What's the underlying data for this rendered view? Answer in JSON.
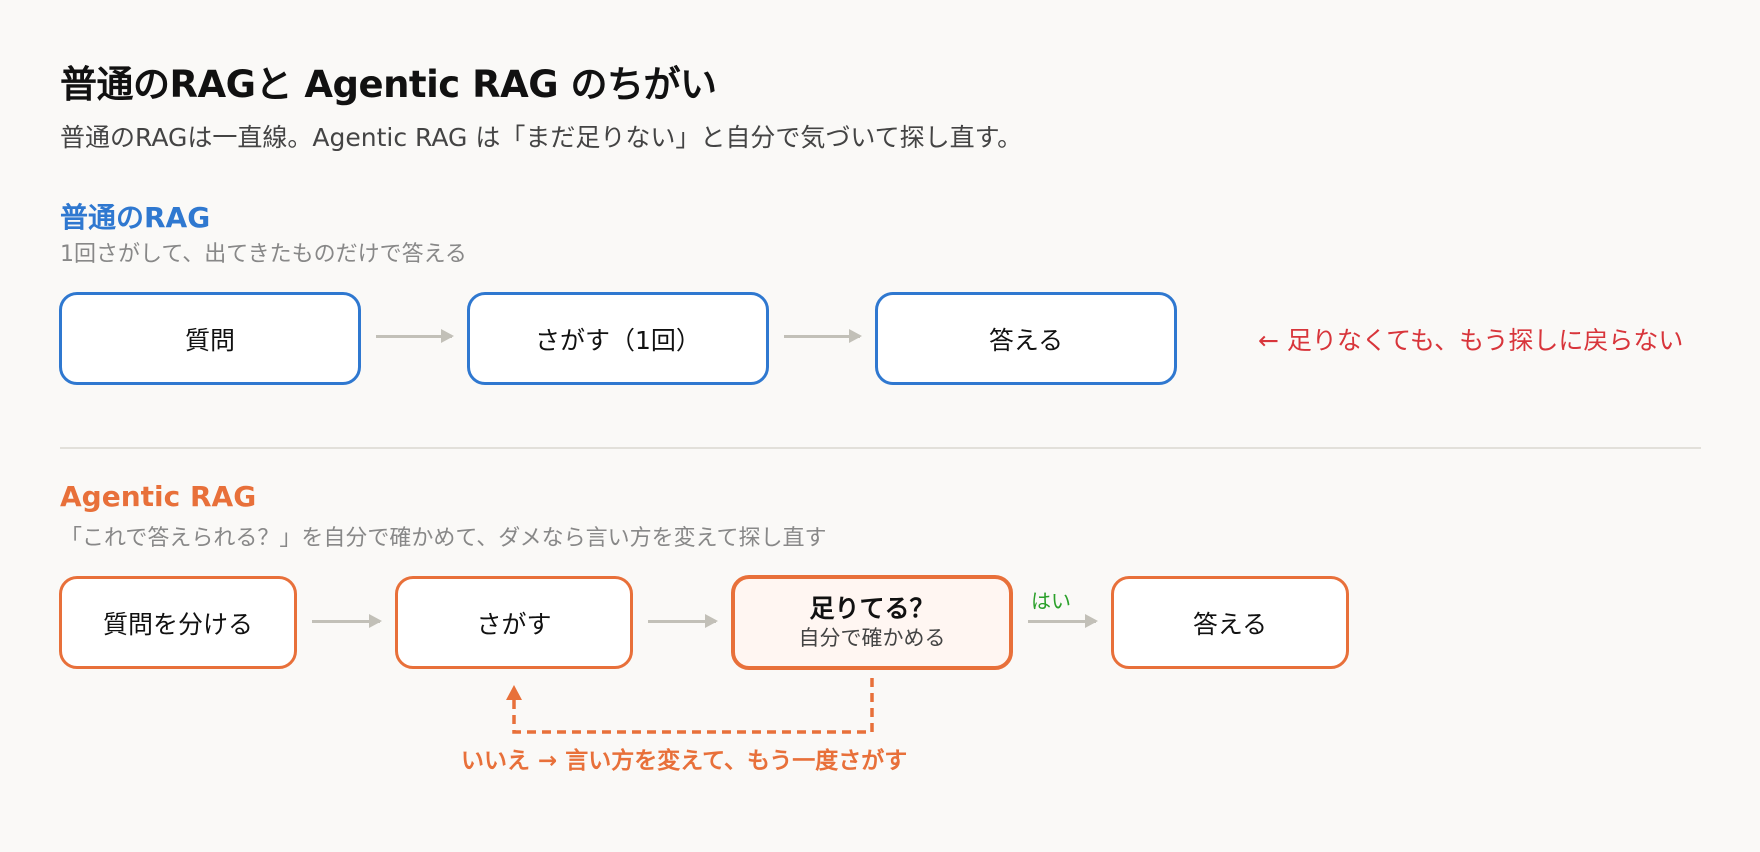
{
  "title": "普通のRAGと Agentic RAG のちがい",
  "subtitle": "普通のRAGは一直線。Agentic RAG は「まだ足りない」と自分で気づいて探し直す。",
  "colors": {
    "blue": "#2f78d0",
    "orange": "#e8703a",
    "red": "#d8353b",
    "green": "#2aa02a",
    "arrow_gray": "#c2c0b8",
    "background": "#faf9f7"
  },
  "normal_rag": {
    "heading": "普通のRAG",
    "caption": "1回さがして、出てきたものだけで答える",
    "steps": [
      "質問",
      "さがす（1回）",
      "答える"
    ],
    "note": "← 足りなくても、もう探しに戻らない"
  },
  "agentic_rag": {
    "heading": "Agentic RAG",
    "caption": "「これで答えられる？」を自分で確かめて、ダメなら言い方を変えて探し直す",
    "steps": [
      "質問を分ける",
      "さがす"
    ],
    "decision": {
      "title": "足りてる？",
      "subtitle": "自分で確かめる"
    },
    "yes_label": "はい",
    "answer": "答える",
    "loop_label": "いいえ → 言い方を変えて、もう一度さがす"
  }
}
